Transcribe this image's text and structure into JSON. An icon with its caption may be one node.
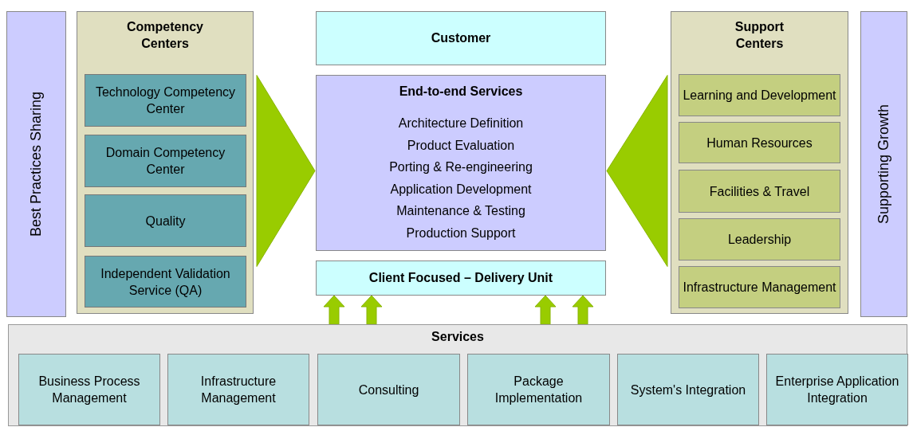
{
  "diagram": {
    "nodes": [
      {
        "text": [
          "Best Practices Sharing"
        ]
      },
      {
        "text": [
          "Competency Centers"
        ]
      },
      {
        "text": [
          "Technology Competency Center"
        ],
        "in": 1
      },
      {
        "text": [
          "Domain Competency Center"
        ],
        "in": 1
      },
      {
        "text": [
          "Quality"
        ],
        "in": 1
      },
      {
        "text": [
          "Independent Validation Service (QA)"
        ],
        "in": 1
      },
      {
        "text": [
          "Customer"
        ]
      },
      {
        "text": [
          "End-to-end Services",
          "Architecture Definition",
          "Product Evaluation",
          "Porting & Re-engineering",
          "Application Development",
          "Maintenance & Testing",
          "Production Support"
        ]
      },
      {
        "text": [
          "Client Focused – Delivery Unit"
        ]
      },
      {
        "text": [
          "Support Centers"
        ]
      },
      {
        "text": [
          "Learning and Development"
        ],
        "in": 9
      },
      {
        "text": [
          "Human Resources"
        ],
        "in": 9
      },
      {
        "text": [
          "Facilities & Travel"
        ],
        "in": 9
      },
      {
        "text": [
          "Leadership"
        ],
        "in": 9
      },
      {
        "text": [
          "Infrastructure Management"
        ],
        "in": 9
      },
      {
        "text": [
          "Supporting Growth"
        ]
      },
      {
        "text": [
          "Services"
        ]
      },
      {
        "text": [
          "Business Process Management"
        ],
        "in": 16
      },
      {
        "text": [
          "Infrastructure Management"
        ],
        "in": 16
      },
      {
        "text": [
          "Consulting"
        ],
        "in": 16
      },
      {
        "text": [
          "Package Implementation"
        ],
        "in": 16
      },
      {
        "text": [
          "System's Integration"
        ],
        "in": 16
      },
      {
        "text": [
          "Enterprise Application Integration"
        ],
        "in": 16
      }
    ],
    "edges": [
      {
        "from": 1,
        "to": 7,
        "arrow": "to"
      },
      {
        "from": 9,
        "to": 7,
        "arrow": "to"
      },
      {
        "from": 16,
        "to": 8,
        "arrow": "to"
      },
      {
        "from": 16,
        "to": 8,
        "arrow": "to"
      },
      {
        "from": 16,
        "to": 8,
        "arrow": "to"
      },
      {
        "from": 16,
        "to": 8,
        "arrow": "to"
      }
    ]
  }
}
